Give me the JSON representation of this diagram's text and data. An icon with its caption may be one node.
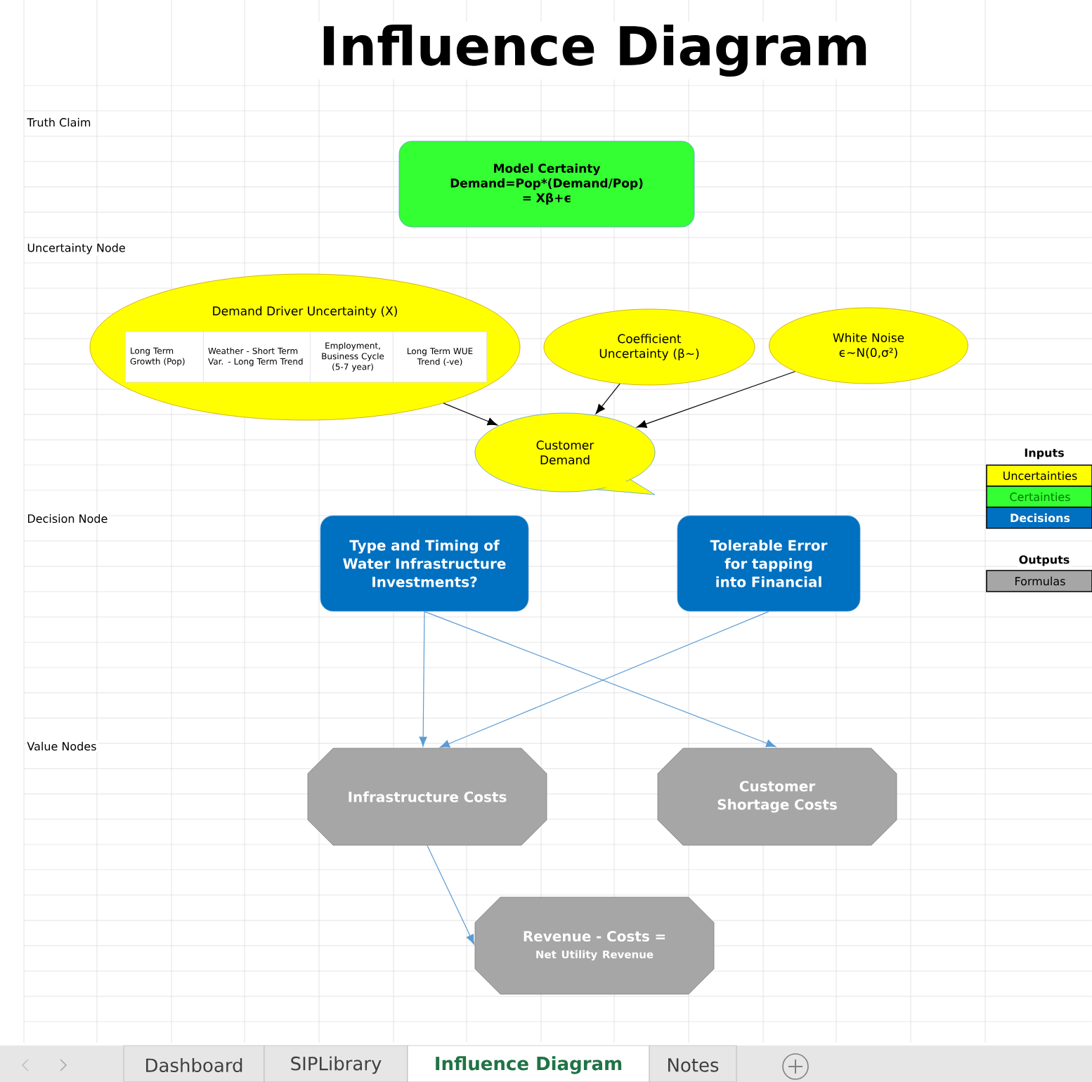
{
  "diagram": {
    "title": "Influence Diagram",
    "nodes": [
      {
        "text": [
          "Model Certainty",
          "Demand=Pop*(Demand/Pop) = Xβ+ϵ"
        ]
      },
      {
        "text": [
          "Demand Driver Uncertainty (X)"
        ]
      },
      {
        "text": [
          "Long Term Growth (Pop)"
        ],
        "in": 1
      },
      {
        "text": [
          "Weather - Short Term Var. - Long Term Trend"
        ],
        "in": 1
      },
      {
        "text": [
          "Employment, Business Cycle (5-7 year)"
        ],
        "in": 1
      },
      {
        "text": [
          "Long Term WUE Trend (-ve)"
        ],
        "in": 1
      },
      {
        "text": [
          "Coefficient Uncertainty (β~)"
        ]
      },
      {
        "text": [
          "White Noise",
          "ϵ~N(0,σ²)"
        ]
      },
      {
        "text": [
          "Customer Demand"
        ]
      },
      {
        "text": [
          "Type and Timing of Water Infrastructure Investments?"
        ]
      },
      {
        "text": [
          "Tolerable Error for tapping into Financial"
        ]
      },
      {
        "text": [
          "Infrastructure Costs"
        ]
      },
      {
        "text": [
          "Customer Shortage Costs"
        ]
      },
      {
        "text": [
          "Revenue - Costs =",
          "Net Utility Revenue"
        ]
      }
    ],
    "edges": [
      {
        "from": 1,
        "to": 8,
        "arrow": "to",
        "color": "#000000"
      },
      {
        "from": 6,
        "to": 8,
        "arrow": "to",
        "color": "#000000"
      },
      {
        "from": 7,
        "to": 8,
        "arrow": "to",
        "color": "#000000"
      },
      {
        "from": 9,
        "to": 11,
        "arrow": "to"
      },
      {
        "from": 9,
        "to": 12,
        "arrow": "to"
      },
      {
        "from": 10,
        "to": 11,
        "arrow": "to"
      },
      {
        "from": 11,
        "to": 13,
        "arrow": "to"
      }
    ],
    "labels": [
      "Truth Claim",
      "Uncertainty Node",
      "Decision Node",
      "Value Nodes",
      "Inputs",
      "Outputs",
      "Dashboard",
      "SIPLibrary",
      "Influence Diagram",
      "Notes"
    ],
    "legend": [
      {
        "text": "Uncertainties",
        "color": "#ffff00"
      },
      {
        "text": "Certainties",
        "color": "#33ff33"
      },
      {
        "text": "Decisions",
        "color": "#0070c0"
      },
      {
        "text": "Formulas",
        "color": "#a6a6a6"
      }
    ]
  }
}
